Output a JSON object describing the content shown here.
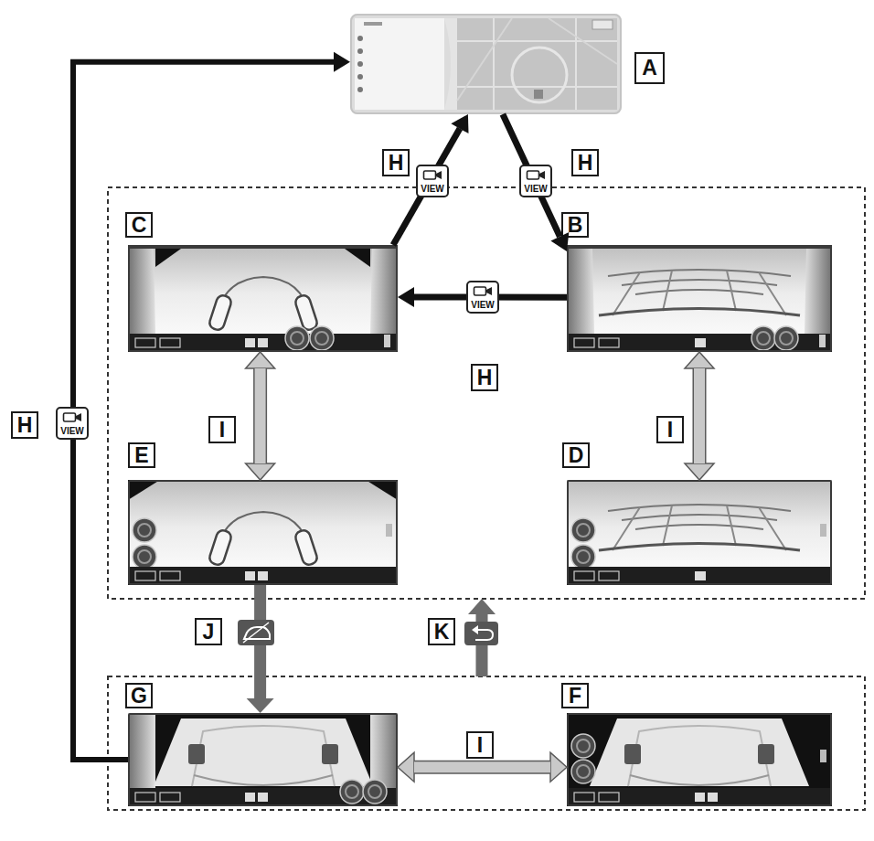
{
  "diagram": {
    "nodes": [
      {
        "text": [
          "A"
        ]
      },
      {
        "text": [
          "C"
        ]
      },
      {
        "text": [
          "B"
        ]
      },
      {
        "text": [
          "E"
        ]
      },
      {
        "text": [
          "D"
        ]
      },
      {
        "text": [
          "G"
        ]
      },
      {
        "text": [
          "F"
        ]
      }
    ],
    "edges": [
      {
        "from": 0,
        "to": 2,
        "arrow": "to",
        "label": "H"
      },
      {
        "from": 2,
        "to": 1,
        "arrow": "to",
        "label": "H"
      },
      {
        "from": 1,
        "to": 0,
        "arrow": "to",
        "label": "H"
      },
      {
        "from": 1,
        "to": 3,
        "arrow": "both",
        "label": "I"
      },
      {
        "from": 2,
        "to": 4,
        "arrow": "both",
        "label": "I"
      },
      {
        "from": 3,
        "to": 5,
        "arrow": "to",
        "label": "J"
      },
      {
        "from": 5,
        "to": 6,
        "arrow": "both",
        "label": "I"
      },
      {
        "from": 5,
        "to": 0,
        "arrow": "to",
        "label": "H"
      }
    ],
    "labels": [
      "VIEW",
      "VIEW",
      "VIEW",
      "VIEW",
      "K"
    ]
  }
}
